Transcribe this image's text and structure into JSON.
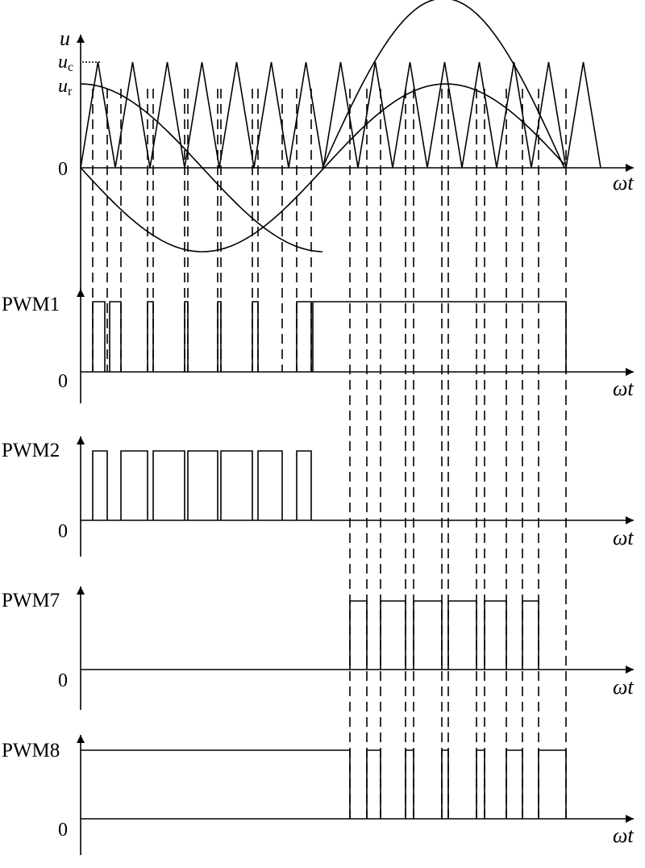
{
  "labels": {
    "u_axis": "u",
    "uc": "u",
    "uc_sub": "c",
    "ur": "u",
    "ur_sub": "r",
    "zero": "0",
    "omega_t": "ωt",
    "pwm1": "PWM1",
    "pwm2": "PWM2",
    "pwm7": "PWM7",
    "pwm8": "PWM8"
  },
  "colors": {
    "ink": "#000000",
    "background": "#ffffff"
  }
}
